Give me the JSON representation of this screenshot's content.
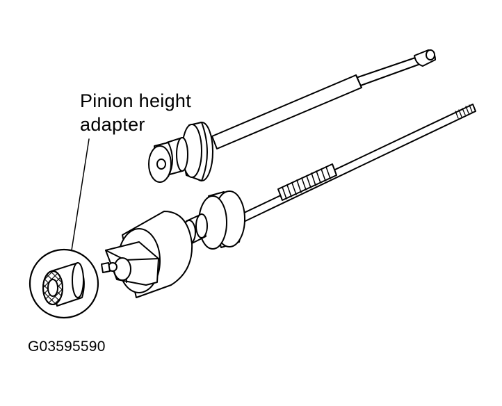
{
  "callout": {
    "line1": "Pinion height",
    "line2": "adapter"
  },
  "figure_id": "G03595590",
  "colors": {
    "ink": "#000000",
    "paper": "#ffffff"
  }
}
